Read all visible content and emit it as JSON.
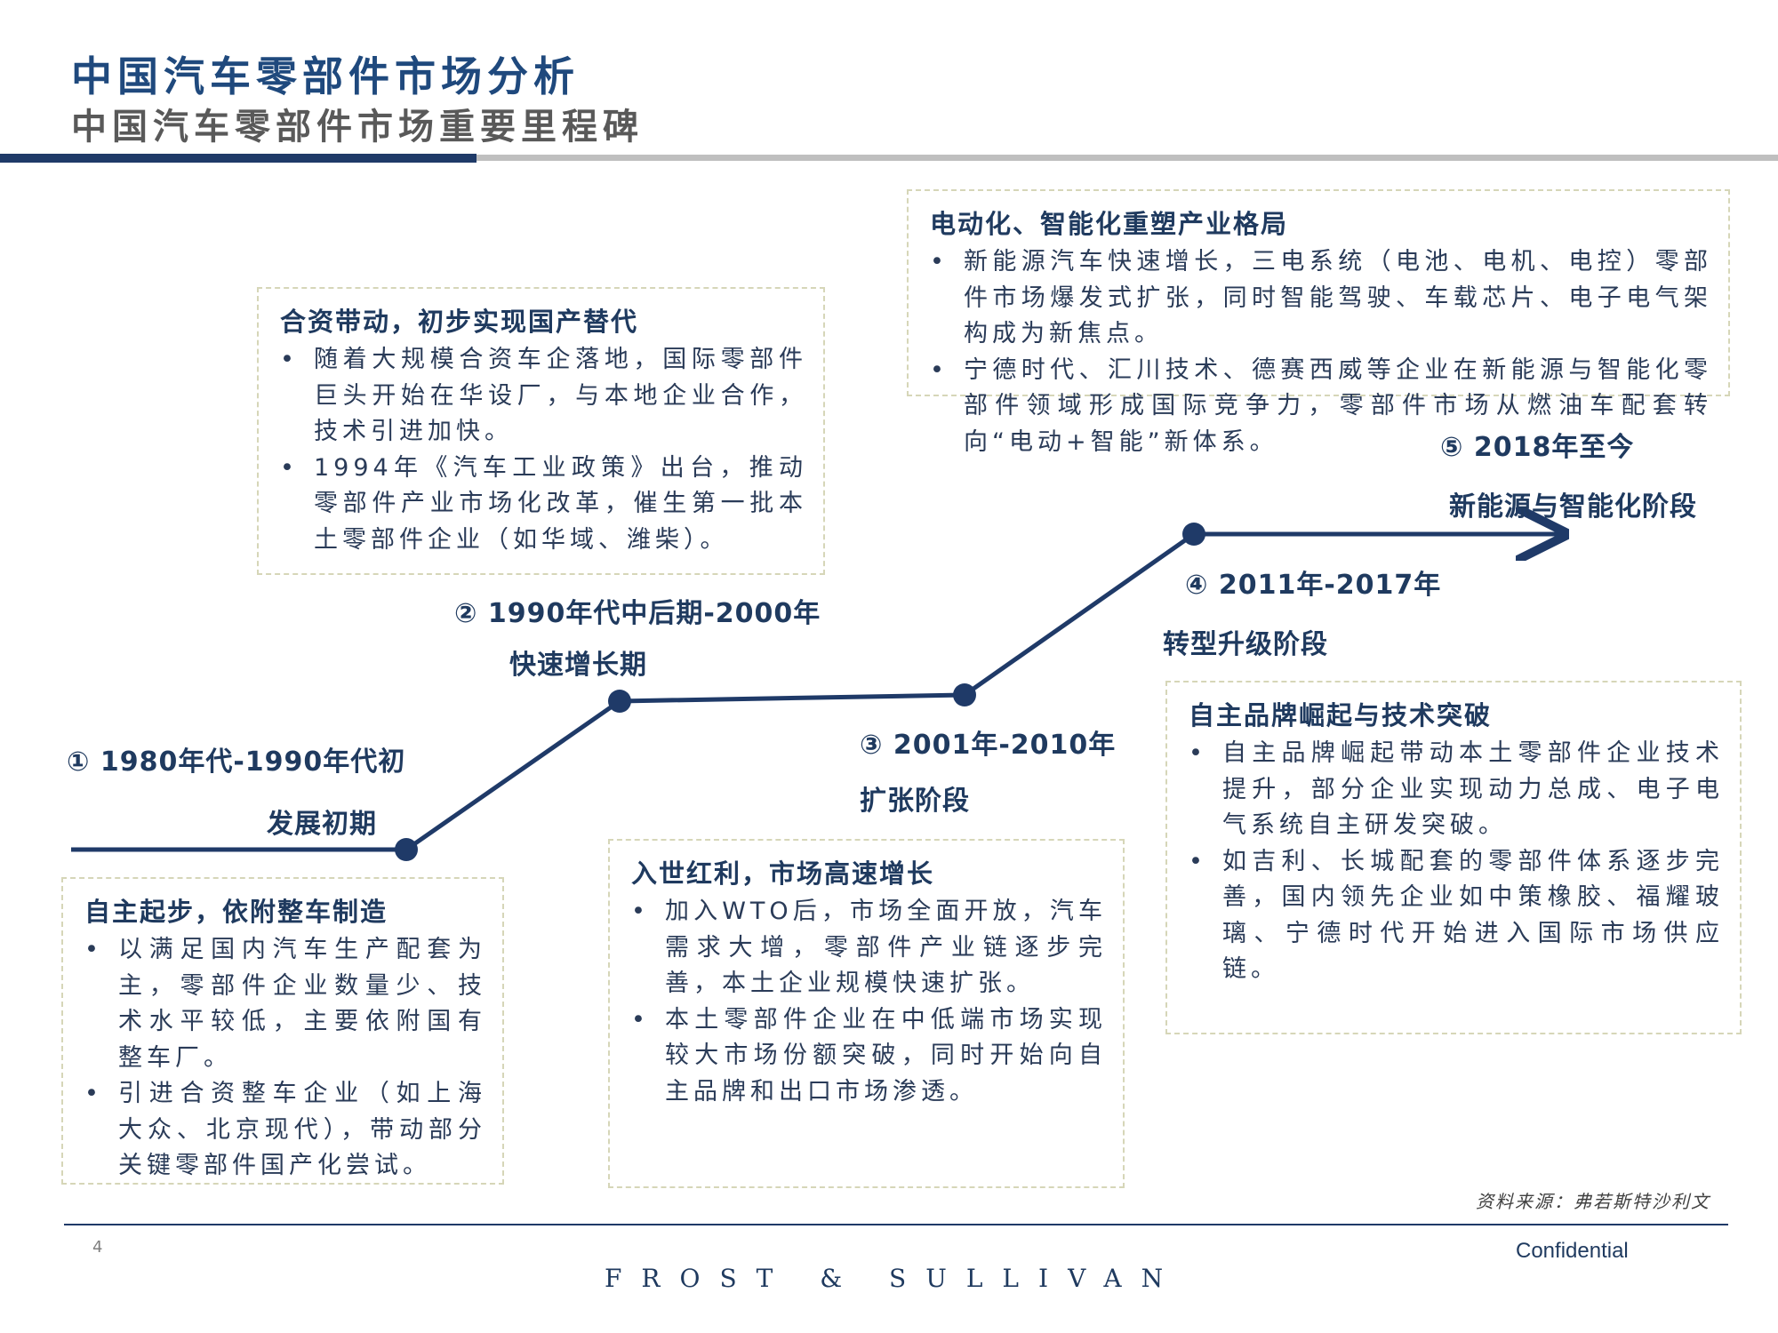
{
  "header": {
    "title": "中国汽车零部件市场分析",
    "subtitle": "中国汽车零部件市场重要里程碑"
  },
  "timeline": {
    "stages": [
      {
        "period": "① 1980年代-1990年代初",
        "name": "发展初期"
      },
      {
        "period": "② 1990年代中后期-2000年",
        "name": "快速增长期"
      },
      {
        "period": "③ 2001年-2010年",
        "name": "扩张阶段"
      },
      {
        "period": "④ 2011年-2017年",
        "name": "转型升级阶段"
      },
      {
        "period": "⑤ 2018年至今",
        "name": "新能源与智能化阶段"
      }
    ],
    "line_color": "#1f3a68"
  },
  "boxes": [
    {
      "heading": "自主起步，依附整车制造",
      "bullets": [
        "以满足国内汽车生产配套为主，零部件企业数量少、技术水平较低，主要依附国有整车厂。",
        "引进合资整车企业（如上海大众、北京现代），带动部分关键零部件国产化尝试。"
      ]
    },
    {
      "heading": "合资带动，初步实现国产替代",
      "bullets": [
        "随着大规模合资车企落地，国际零部件巨头开始在华设厂，与本地企业合作，技术引进加快。",
        "1994年《汽车工业政策》出台，推动零部件产业市场化改革，催生第一批本土零部件企业（如华域、潍柴）。"
      ]
    },
    {
      "heading": "入世红利，市场高速增长",
      "bullets": [
        "加入WTO后，市场全面开放，汽车需求大增，零部件产业链逐步完善，本土企业规模快速扩张。",
        "本土零部件企业在中低端市场实现较大市场份额突破，同时开始向自主品牌和出口市场渗透。"
      ]
    },
    {
      "heading": "电动化、智能化重塑产业格局",
      "bullets": [
        "新能源汽车快速增长，三电系统（电池、电机、电控）零部件市场爆发式扩张，同时智能驾驶、车载芯片、电子电气架构成为新焦点。",
        "宁德时代、汇川技术、德赛西威等企业在新能源与智能化零部件领域形成国际竞争力，零部件市场从燃油车配套转向“电动+智能”新体系。"
      ]
    },
    {
      "heading": "自主品牌崛起与技术突破",
      "bullets": [
        "自主品牌崛起带动本土零部件企业技术提升，部分企业实现动力总成、电子电气系统自主研发突破。",
        "如吉利、长城配套的零部件体系逐步完善，国内领先企业如中策橡胶、福耀玻璃、宁德时代开始进入国际市场供应链。"
      ]
    }
  ],
  "footer": {
    "source": "资料来源：弗若斯特沙利文",
    "page": "4",
    "logo": "FROST & SULLIVAN",
    "confidential": "Confidential"
  }
}
